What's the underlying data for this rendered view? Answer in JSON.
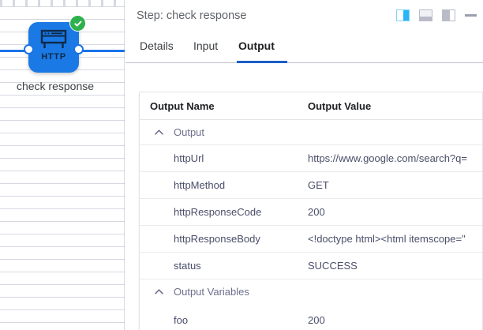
{
  "canvas": {
    "node": {
      "icon_name": "http-browser-icon",
      "icon_label": "HTTP",
      "caption": "check response",
      "status_icon": "check-circle-icon",
      "status_color": "#2eb14d",
      "node_color": "#1a79e4"
    }
  },
  "panel": {
    "title": "Step: check response",
    "header_buttons": [
      {
        "name": "layout-split-view-button",
        "icon": "panel-split-icon",
        "active": true
      },
      {
        "name": "layout-bottom-view-button",
        "icon": "panel-bottom-icon",
        "active": false
      },
      {
        "name": "layout-side-view-button",
        "icon": "panel-side-icon",
        "active": false
      },
      {
        "name": "minimize-button",
        "icon": "minimize-dash-icon",
        "active": false
      }
    ],
    "tabs": [
      {
        "label": "Details",
        "active": false
      },
      {
        "label": "Input",
        "active": false
      },
      {
        "label": "Output",
        "active": true
      }
    ],
    "accent_color": "#1a5fc4"
  },
  "table": {
    "headers": {
      "name": "Output Name",
      "value": "Output Value"
    },
    "groups": [
      {
        "label": "Output",
        "expanded": true,
        "chevron": "chevron-up-icon",
        "rows": [
          {
            "name": "httpUrl",
            "value": "https://www.google.com/search?q="
          },
          {
            "name": "httpMethod",
            "value": "GET"
          },
          {
            "name": "httpResponseCode",
            "value": "200"
          },
          {
            "name": "httpResponseBody",
            "value": "<!doctype html><html itemscope=\""
          },
          {
            "name": "status",
            "value": "SUCCESS"
          }
        ]
      },
      {
        "label": "Output Variables",
        "expanded": true,
        "chevron": "chevron-up-icon",
        "rows": [
          {
            "name": "foo",
            "value": "200"
          }
        ]
      }
    ]
  }
}
